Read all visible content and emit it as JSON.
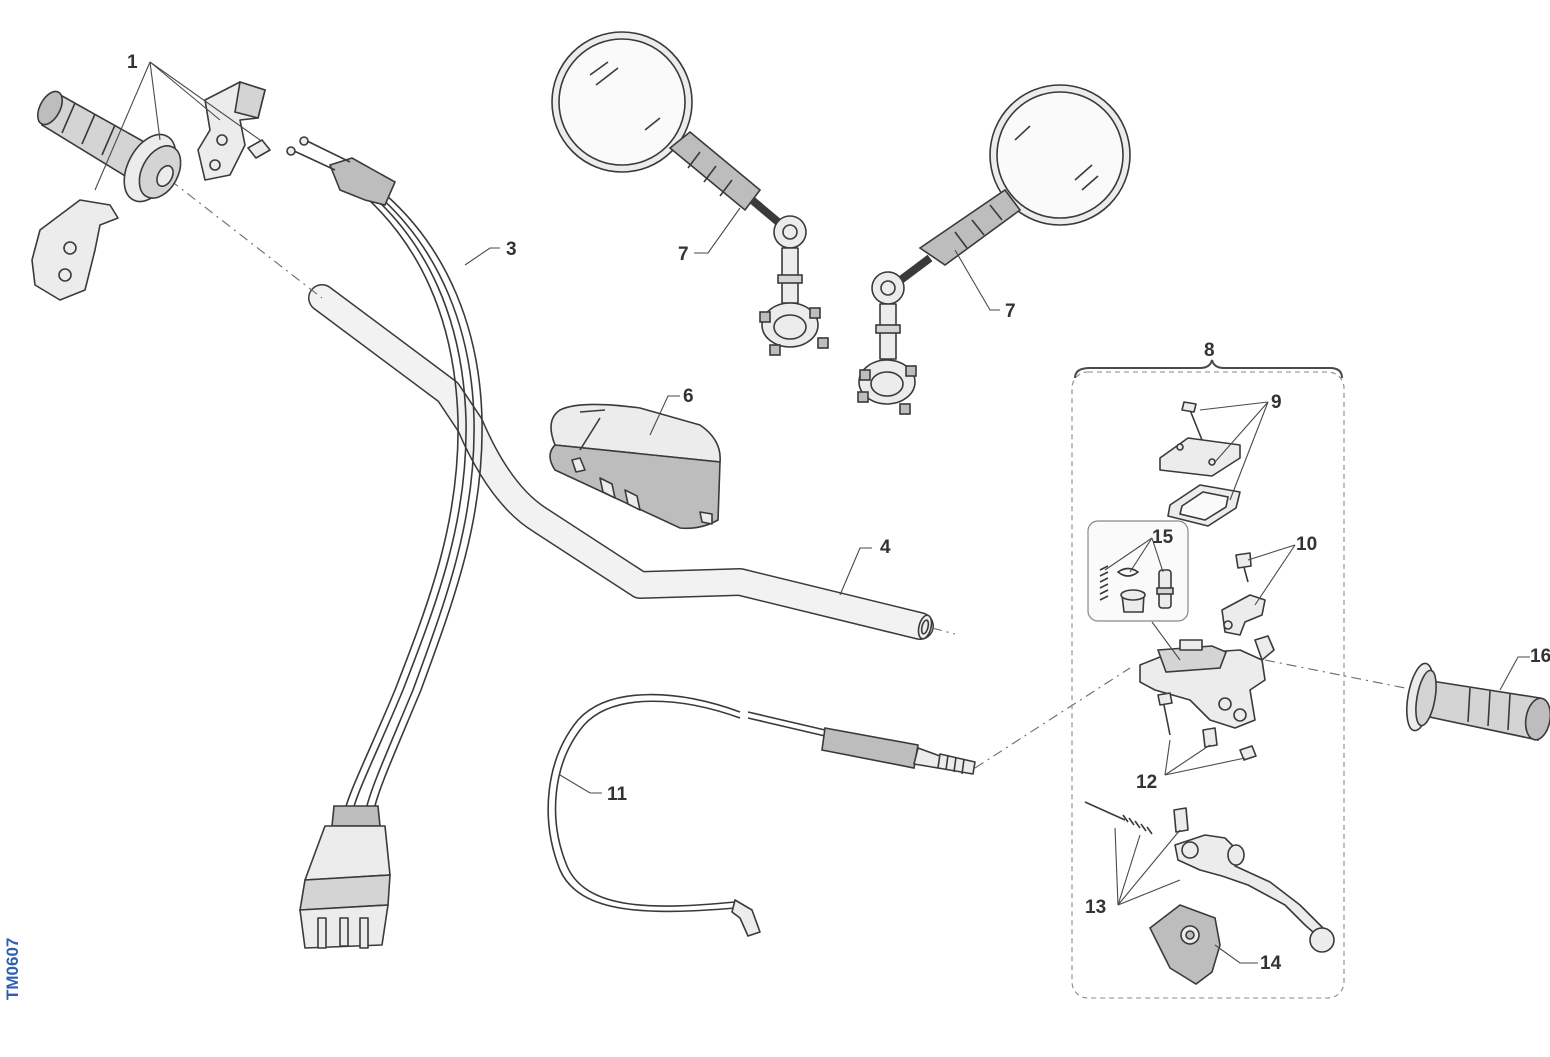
{
  "callouts": {
    "c1": "1",
    "c3": "3",
    "c4": "4",
    "c6": "6",
    "c7a": "7",
    "c7b": "7",
    "c8": "8",
    "c9": "9",
    "c10": "10",
    "c11": "11",
    "c12": "12",
    "c13": "13",
    "c14": "14",
    "c15": "15",
    "c16": "16"
  },
  "reference_code": "TM0607",
  "colors": {
    "outline": "#3a3a3a",
    "part_fill": "#ececec",
    "reference_code": "#2f5fb3",
    "callout_text": "#333333"
  }
}
